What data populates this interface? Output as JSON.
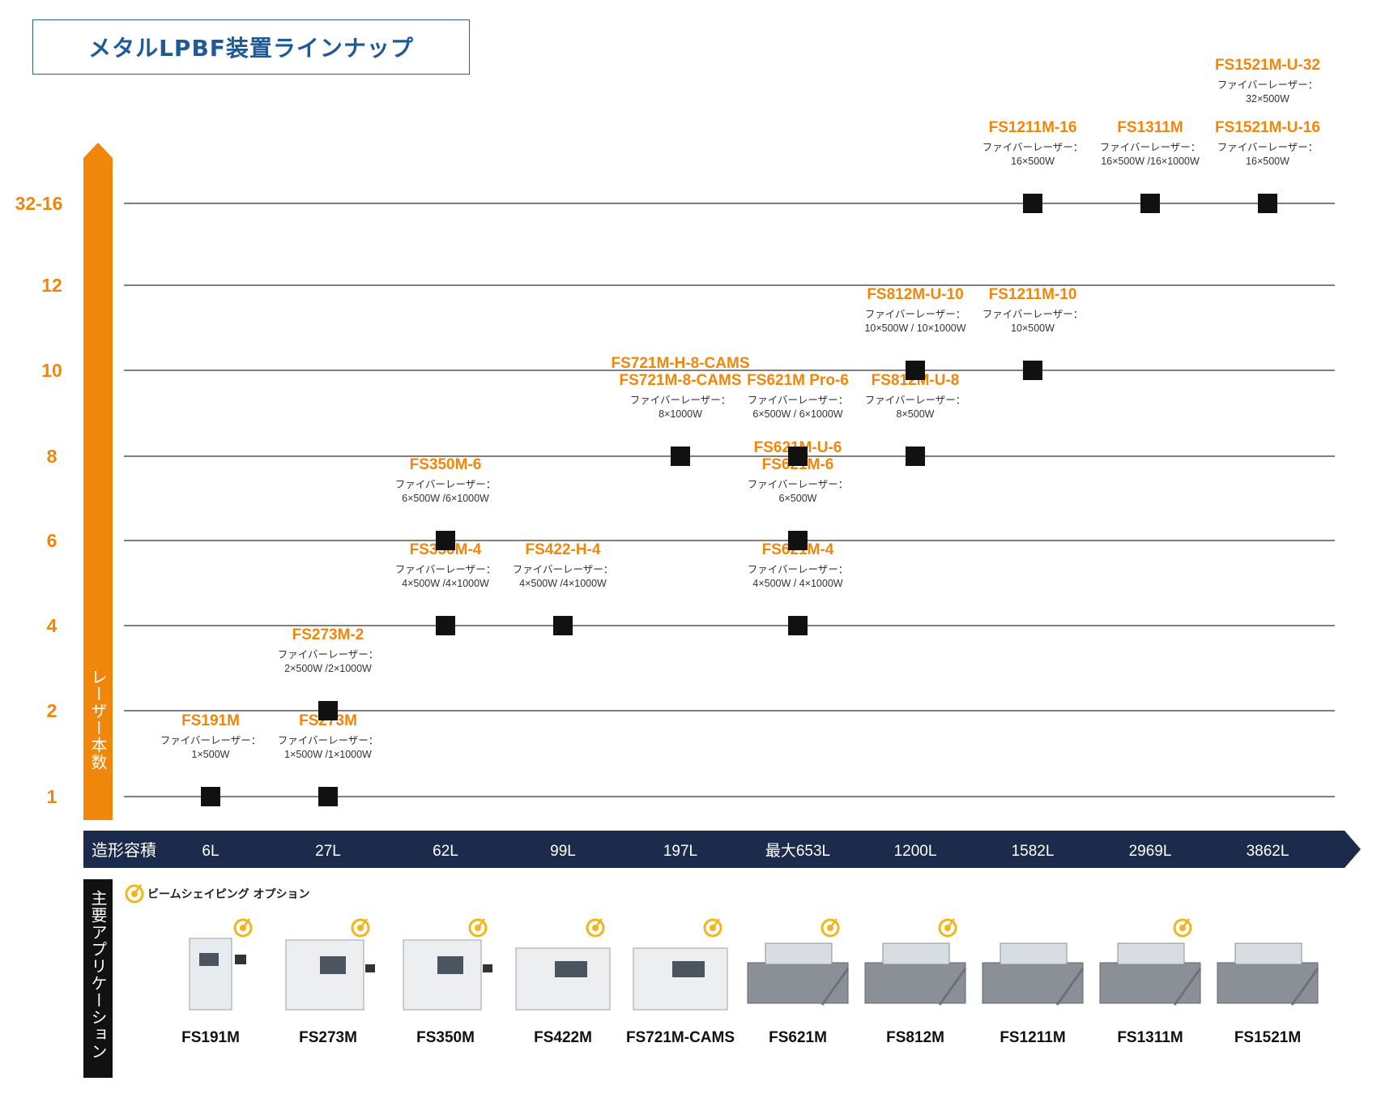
{
  "page": {
    "title": "メタルLPBF装置ラインナップ"
  },
  "colors": {
    "accent": "#f0860a",
    "navy": "#1c2a4b",
    "line": "#333333",
    "marker": "#111111",
    "beam_icon": "#f2b51a"
  },
  "chart_data": {
    "type": "scatter",
    "title": "メタルLPBF装置ラインナップ",
    "ylabel": "レーザー本数",
    "xlabel": "造形容積",
    "y_levels": [
      "1",
      "2",
      "4",
      "6",
      "8",
      "10",
      "12",
      "32-16"
    ],
    "x_categories": [
      "6L",
      "27L",
      "62L",
      "99L",
      "197L",
      "最大653L",
      "1200L",
      "1582L",
      "2969L",
      "3862L"
    ],
    "points": [
      {
        "x": "6L",
        "y": "1",
        "names": [
          "FS191M"
        ],
        "spec_label": "ファイバーレーザー：",
        "spec": "1×500W"
      },
      {
        "x": "27L",
        "y": "1",
        "names": [
          "FS273M"
        ],
        "spec_label": "ファイバーレーザー：",
        "spec": "1×500W /1×1000W"
      },
      {
        "x": "27L",
        "y": "2",
        "names": [
          "FS273M-2"
        ],
        "spec_label": "ファイバーレーザー：",
        "spec": "2×500W /2×1000W"
      },
      {
        "x": "62L",
        "y": "4",
        "names": [
          "FS350M-4"
        ],
        "spec_label": "ファイバーレーザー：",
        "spec": "4×500W /4×1000W"
      },
      {
        "x": "62L",
        "y": "6",
        "names": [
          "FS350M-6"
        ],
        "spec_label": "ファイバーレーザー：",
        "spec": "6×500W /6×1000W"
      },
      {
        "x": "99L",
        "y": "4",
        "names": [
          "FS422-H-4"
        ],
        "spec_label": "ファイバーレーザー：",
        "spec": "4×500W /4×1000W"
      },
      {
        "x": "197L",
        "y": "8",
        "names": [
          "FS721M-H-8-CAMS",
          "FS721M-8-CAMS"
        ],
        "spec_label": "ファイバーレーザー：",
        "spec": "8×1000W"
      },
      {
        "x": "最大653L",
        "y": "4",
        "names": [
          "FS621M-4"
        ],
        "spec_label": "ファイバーレーザー：",
        "spec": "4×500W / 4×1000W"
      },
      {
        "x": "最大653L",
        "y": "6",
        "names": [
          "FS621M-U-6",
          "FS621M-6"
        ],
        "spec_label": "ファイバーレーザー：",
        "spec": "6×500W"
      },
      {
        "x": "最大653L",
        "y": "8",
        "names": [
          "FS621M Pro-6"
        ],
        "spec_label": "ファイバーレーザー：",
        "spec": "6×500W / 6×1000W"
      },
      {
        "x": "1200L",
        "y": "8",
        "names": [
          "FS812M-U-8"
        ],
        "spec_label": "ファイバーレーザー：",
        "spec": "8×500W"
      },
      {
        "x": "1200L",
        "y": "10",
        "names": [
          "FS812M-U-10"
        ],
        "spec_label": "ファイバーレーザー：",
        "spec": "10×500W / 10×1000W"
      },
      {
        "x": "1582L",
        "y": "10",
        "names": [
          "FS1211M-10"
        ],
        "spec_label": "ファイバーレーザー：",
        "spec": "10×500W"
      },
      {
        "x": "1582L",
        "y": "32-16",
        "names": [
          "FS1211M-16"
        ],
        "spec_label": "ファイバーレーザー：",
        "spec": "16×500W"
      },
      {
        "x": "2969L",
        "y": "32-16",
        "names": [
          "FS1311M"
        ],
        "spec_label": "ファイバーレーザー：",
        "spec": "16×500W /16×1000W"
      },
      {
        "x": "3862L",
        "y": "32-16",
        "names": [
          "FS1521M-U-16"
        ],
        "spec_label": "ファイバーレーザー：",
        "spec": "16×500W"
      },
      {
        "x": "3862L",
        "y": "32-16",
        "names": [
          "FS1521M-U-32"
        ],
        "spec_label": "ファイバーレーザー：",
        "spec": "32×500W",
        "stacked_above": true
      }
    ],
    "legend": {
      "beam_shaping": "ビームシェイピング オプション"
    },
    "application_label": "主要アプリケーション",
    "machines": [
      {
        "name": "FS191M",
        "beam_shaping": true,
        "icon": "machine-small"
      },
      {
        "name": "FS273M",
        "beam_shaping": true,
        "icon": "machine-medium"
      },
      {
        "name": "FS350M",
        "beam_shaping": true,
        "icon": "machine-medium"
      },
      {
        "name": "FS422M",
        "beam_shaping": true,
        "icon": "machine-wide"
      },
      {
        "name": "FS721M-CAMS",
        "beam_shaping": true,
        "icon": "machine-wide"
      },
      {
        "name": "FS621M",
        "beam_shaping": true,
        "icon": "machine-industrial"
      },
      {
        "name": "FS812M",
        "beam_shaping": true,
        "icon": "machine-industrial"
      },
      {
        "name": "FS1211M",
        "beam_shaping": false,
        "icon": "machine-industrial"
      },
      {
        "name": "FS1311M",
        "beam_shaping": true,
        "icon": "machine-industrial"
      },
      {
        "name": "FS1521M",
        "beam_shaping": false,
        "icon": "machine-industrial"
      }
    ]
  }
}
